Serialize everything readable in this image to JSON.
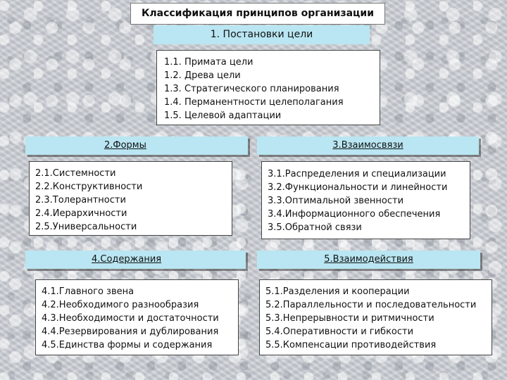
{
  "title": "Классификация принципов организации",
  "level1": "1. Постановки цели",
  "goals": {
    "items": [
      "1.1. Примата цели",
      "1.2. Древа цели",
      "1.3. Стратегического планирования",
      "1.4. Перманентности целеполагания",
      "1.5. Целевой адаптации"
    ]
  },
  "forms": {
    "heading": "2.Формы",
    "items": [
      "2.1.Системности",
      "2.2.Конструктивности",
      "2.3.Толерантности",
      "2.4.Иерархичности",
      "2.5.Универсальности"
    ]
  },
  "relations": {
    "heading": "3.Взаимосвязи",
    "items": [
      "3.1.Распределения и специализации",
      "3.2.Функциональности и линейности",
      "3.3.Оптимальной звенности",
      "3.4.Информационного обеспечения",
      "3.5.Обратной связи"
    ]
  },
  "content": {
    "heading": "4.Содержания",
    "items": [
      "4.1.Главного звена",
      "4.2.Необходимого разнообразия",
      "4.3.Необходимости и достаточности",
      "4.4.Резервирования и дублирования",
      " 4.5.Единства формы и содержания"
    ]
  },
  "interaction": {
    "heading": "5.Взаимодействия",
    "items": [
      "5.1.Разделения и кооперации",
      "5.2.Параллельности и последовательности",
      "5.3.Непрерывности и ритмичности",
      "5.4.Оперативности и гибкости",
      "5.5.Компенсации противодействия"
    ]
  },
  "colors": {
    "heading_fill": "#b9e6f2",
    "box_fill": "#ffffff",
    "border": "#444444"
  }
}
